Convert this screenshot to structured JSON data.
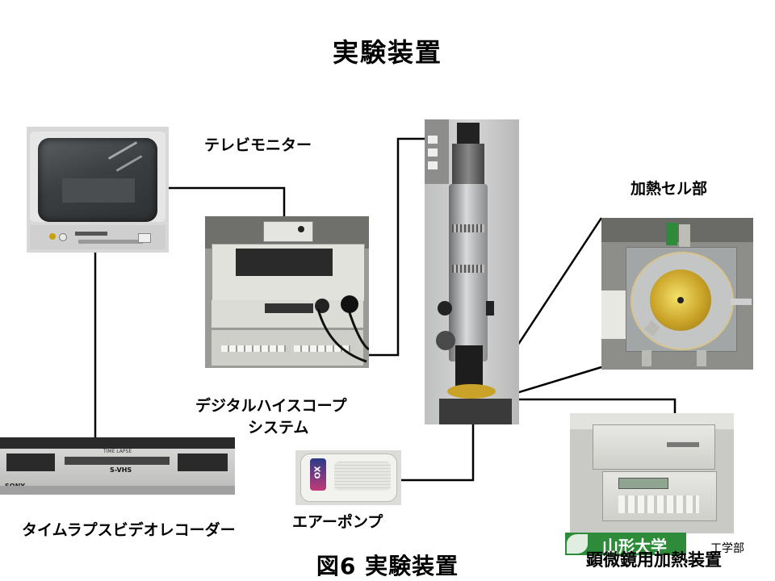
{
  "slide": {
    "title": "実験装置",
    "caption": "図6 実験装置"
  },
  "labels": {
    "tv_monitor": "テレビモニター",
    "digital_hiscope_line1": "デジタルハイスコープ",
    "digital_hiscope_line2": "システム",
    "heating_cell": "加熱セル部",
    "time_lapse_recorder": "タイムラプスビデオレコーダー",
    "air_pump": "エアーポンプ",
    "microscope_heater": "顕微鏡用加熱装置"
  },
  "device_text": {
    "vcr_brand": "SONY",
    "vcr_badge": "S-VHS",
    "vcr_model": "TIME LAPSE",
    "pump_logo": "OX"
  },
  "logo": {
    "university": "山形大学",
    "faculty": "工学部"
  },
  "colors": {
    "line": "#000000",
    "logo_green": "#2e8b3a",
    "brass": "#c9a227"
  }
}
